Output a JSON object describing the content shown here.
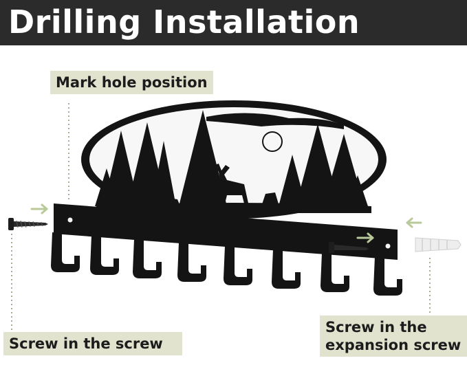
{
  "header": {
    "title": "Drilling Installation"
  },
  "labels": {
    "mark_hole": "Mark hole position",
    "screw_in": "Screw in the screw",
    "expansion_line1": "Screw in the",
    "expansion_line2": "expansion screw"
  },
  "colors": {
    "header_bg": "#2b2b2b",
    "label_bg": "#e1e3cf",
    "metal": "#141414",
    "arrow": "#b9c99a",
    "guide_line": "#8a9070",
    "anchor": "#eeeeee"
  },
  "icons": [
    "screw-icon",
    "expansion-anchor-icon",
    "arrow-right-icon",
    "arrow-left-icon"
  ]
}
